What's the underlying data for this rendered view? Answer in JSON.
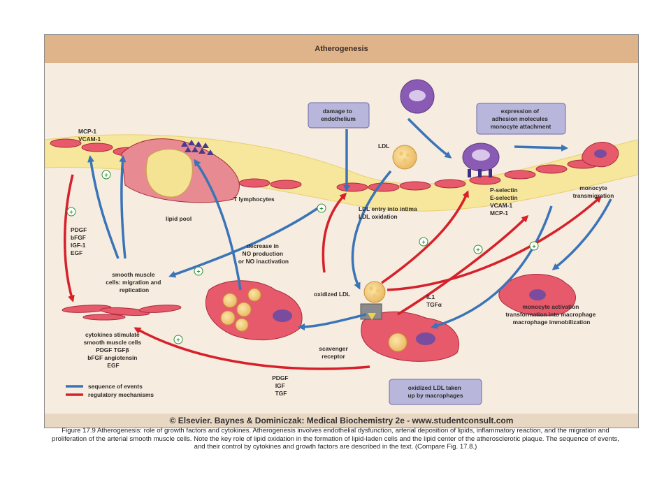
{
  "figure": {
    "title": "Atherogenesis",
    "copyright": "© Elsevier. Baynes & Dominiczak: Medical Biochemistry 2e - www.studentconsult.com"
  },
  "labels": {
    "mcp_vcam": [
      "MCP-1",
      "VCAM-1"
    ],
    "lipid_pool": "lipid pool",
    "t_lymphocytes": "T lymphocytes",
    "ldl": "LDL",
    "ldl_entry": [
      "LDL entry into intima",
      "LDL oxidation"
    ],
    "selectins": [
      "P-selectin",
      "E-selectin",
      "VCAM-1",
      "MCP-1"
    ],
    "monocyte_transmigration": [
      "monocyte",
      "transmigration"
    ],
    "growth_factors_left": [
      "PDGF",
      "bFGF",
      "IGF-1",
      "EGF"
    ],
    "smc_migration": [
      "smooth muscle",
      "cells: migration and",
      "replication"
    ],
    "no_decrease": [
      "decrease in",
      "NO production",
      "or NO inactivation"
    ],
    "oxidized_ldl": "oxidized LDL",
    "il1_tgf": [
      "IL1",
      "TGFα"
    ],
    "monocyte_activation": [
      "monocyte activation",
      "transformation into macrophage",
      "macrophage immobilization"
    ],
    "cytokines_stimulate": [
      "cytokines stimulate",
      "smooth muscle cells",
      "PDGF TGFβ",
      "bFGF angiotensin",
      "EGF"
    ],
    "scavenger_receptor": [
      "scavenger",
      "receptor"
    ],
    "growth_factors_bottom": [
      "PDGF",
      "IGF",
      "TGF"
    ],
    "plus_sign": "+"
  },
  "boxes": {
    "damage": [
      "damage to",
      "endothelium"
    ],
    "expression": [
      "expression of",
      "adhesion molecules",
      "monocyte attachment"
    ],
    "oxldl_uptake": [
      "oxidized LDL taken",
      "up by macrophages"
    ]
  },
  "legend": [
    {
      "label": "sequence of events",
      "color": "#3a74b8"
    },
    {
      "label": "regulatory mechanisms",
      "color": "#d6202a"
    }
  ],
  "caption": "Figure 17.9 Atherogenesis: role of growth factors and cytokines. Atherogenesis involves endothelial dysfunction, arterial deposition of lipids, inflammatory reaction, and the migration and proliferation of the arterial smooth muscle cells. Note the key role of lipid oxidation in the formation of lipid-laden cells and the lipid center of the atherosclerotic plaque. The sequence of events, and their control by cytokines and growth factors are described in the text. (Compare Fig. 17.8.)",
  "colors": {
    "sequence_arrow": "#3a74b8",
    "regulatory_arrow": "#d6202a",
    "title_bar": "#e0b48a",
    "box_fill": "#b8b6db",
    "cell_pink": "#e65a6b",
    "intima_yellow": "#f7e79c",
    "monocyte_purple": "#7a4c9e"
  }
}
